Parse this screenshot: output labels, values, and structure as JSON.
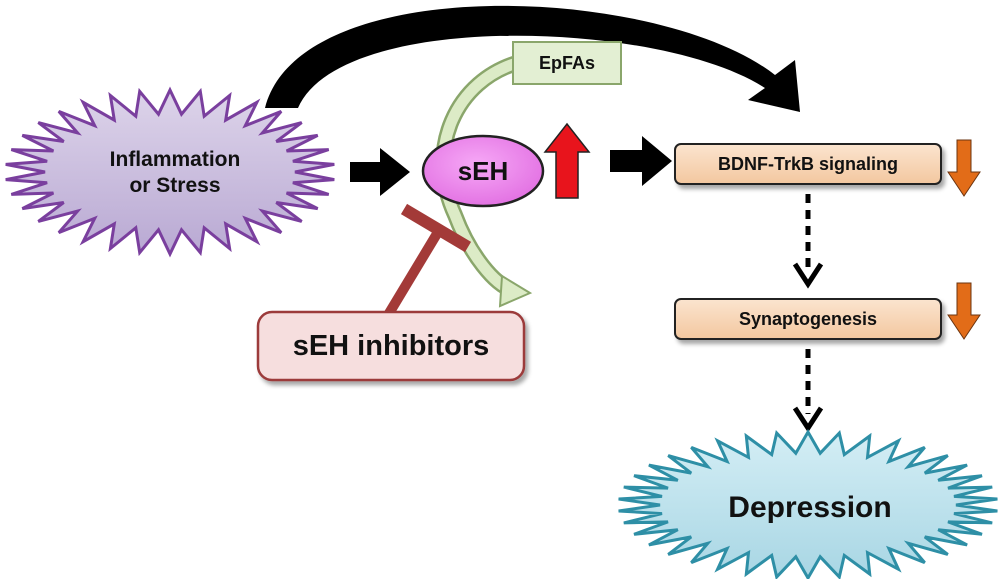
{
  "nodes": {
    "inflammation": {
      "line1": "Inflammation",
      "line2": "or Stress"
    },
    "seh": {
      "label": "sEH"
    },
    "epfas": {
      "label": "EpFAs"
    },
    "inhibitors": {
      "label": "sEH inhibitors"
    },
    "bdnf": {
      "label": "BDNF-TrkB signaling"
    },
    "synaptogenesis": {
      "label": "Synaptogenesis"
    },
    "depression": {
      "label": "Depression"
    }
  },
  "colors": {
    "inflammation_fill": "#cfc3df",
    "inflammation_stroke": "#7a3f9e",
    "seh_fill": "#ee82ee",
    "epfas_fill": "#e3efd3",
    "epfas_stroke": "#8aa66b",
    "inhibitors_fill": "#f6dede",
    "inhibitors_stroke": "#9c3b3b",
    "inhibitor_bar": "#a33a38",
    "process_fill": "#f7d3b3",
    "up_arrow": "#e8141c",
    "down_arrow": "#e26c18",
    "depression_fill": "#bfe3ee",
    "depression_stroke": "#2e8fa6",
    "green_arrow": "#b5d293"
  }
}
